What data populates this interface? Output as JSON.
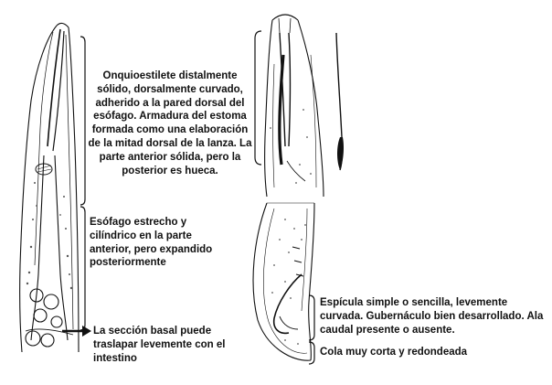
{
  "annotations": {
    "onchiostyle": "Onquioestilete distalmente sólido, dorsalmente curvado, adherido a la pared dorsal del esófago. Armadura del estoma formada como una elaboración de la mitad dorsal de la lanza. La parte anterior sólida, pero la posterior es hueca.",
    "esophagus": "Esófago estrecho y cilíndrico en la parte anterior, pero expandido posteriormente",
    "basal_section": "La sección basal puede traslapar levemente con el intestino",
    "spicule": "Espícula simple o sencilla, levemente curvada. Gubernáculo bien desarrollado. Ala caudal presente o ausente.",
    "tail": "Cola muy corta y redondeada"
  },
  "colors": {
    "ink": "#111111",
    "stipple": "#555555",
    "background": "#ffffff"
  }
}
